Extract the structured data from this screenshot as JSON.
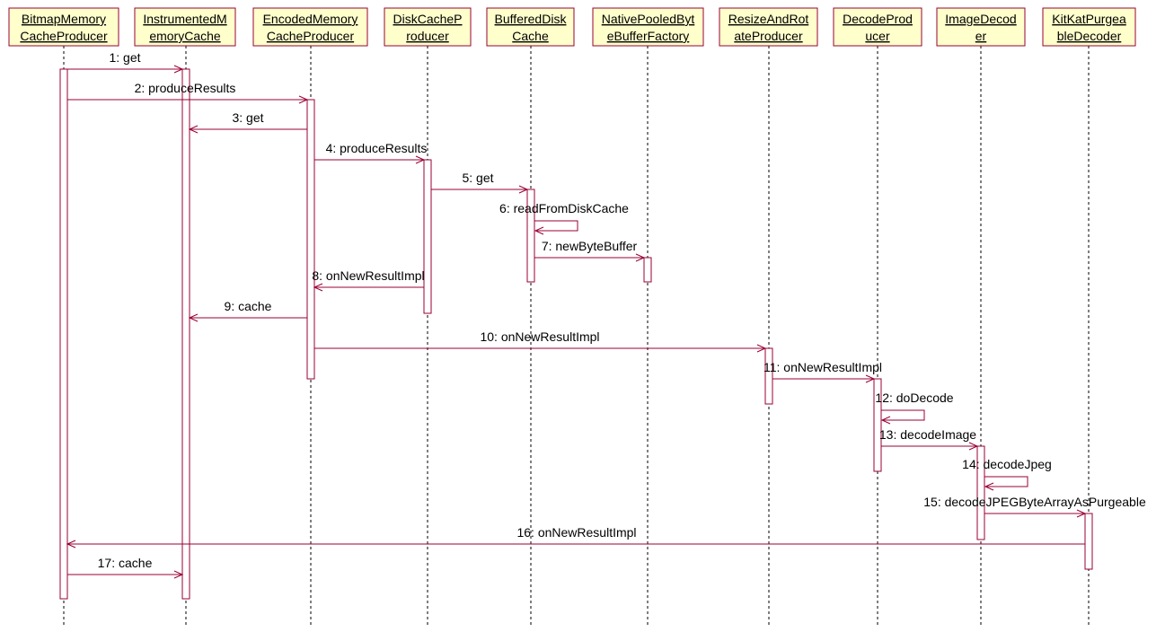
{
  "colors": {
    "box_fill": "#ffffcc",
    "line": "#990033",
    "lifeline": "#000000",
    "text": "#000000",
    "background": "#ffffff"
  },
  "participants": [
    {
      "id": "p1",
      "lines": [
        "BitmapMemory",
        "CacheProducer"
      ]
    },
    {
      "id": "p2",
      "lines": [
        "InstrumentedM",
        "emoryCache"
      ]
    },
    {
      "id": "p3",
      "lines": [
        "EncodedMemory",
        "CacheProducer"
      ]
    },
    {
      "id": "p4",
      "lines": [
        "DiskCacheP",
        "roducer"
      ]
    },
    {
      "id": "p5",
      "lines": [
        "BufferedDisk",
        "Cache"
      ]
    },
    {
      "id": "p6",
      "lines": [
        "NativePooledByt",
        "eBufferFactory"
      ]
    },
    {
      "id": "p7",
      "lines": [
        "ResizeAndRot",
        "ateProducer"
      ]
    },
    {
      "id": "p8",
      "lines": [
        "DecodeProd",
        "ucer"
      ]
    },
    {
      "id": "p9",
      "lines": [
        "ImageDecod",
        "er"
      ]
    },
    {
      "id": "p10",
      "lines": [
        "KitKatPurgea",
        "bleDecoder"
      ]
    }
  ],
  "messages": [
    {
      "label": "1: get",
      "from": "p1",
      "to": "p2"
    },
    {
      "label": "2: produceResults",
      "from": "p1",
      "to": "p3"
    },
    {
      "label": "3: get",
      "from": "p3",
      "to": "p2"
    },
    {
      "label": "4: produceResults",
      "from": "p3",
      "to": "p4"
    },
    {
      "label": "5: get",
      "from": "p4",
      "to": "p5"
    },
    {
      "label": "6: readFromDiskCache",
      "from": "p5",
      "to": "p5"
    },
    {
      "label": "7: newByteBuffer",
      "from": "p5",
      "to": "p6"
    },
    {
      "label": "8: onNewResultImpl",
      "from": "p4",
      "to": "p3"
    },
    {
      "label": "9: cache",
      "from": "p3",
      "to": "p2"
    },
    {
      "label": "10: onNewResultImpl",
      "from": "p3",
      "to": "p7"
    },
    {
      "label": "11: onNewResultImpl",
      "from": "p7",
      "to": "p8"
    },
    {
      "label": "12: doDecode",
      "from": "p8",
      "to": "p8"
    },
    {
      "label": "13: decodeImage",
      "from": "p8",
      "to": "p9"
    },
    {
      "label": "14: decodeJpeg",
      "from": "p9",
      "to": "p9"
    },
    {
      "label": "15: decodeJPEGByteArrayAsPurgeable",
      "from": "p9",
      "to": "p10"
    },
    {
      "label": "16: onNewResultImpl",
      "from": "p10",
      "to": "p1"
    },
    {
      "label": "17: cache",
      "from": "p1",
      "to": "p2"
    }
  ]
}
